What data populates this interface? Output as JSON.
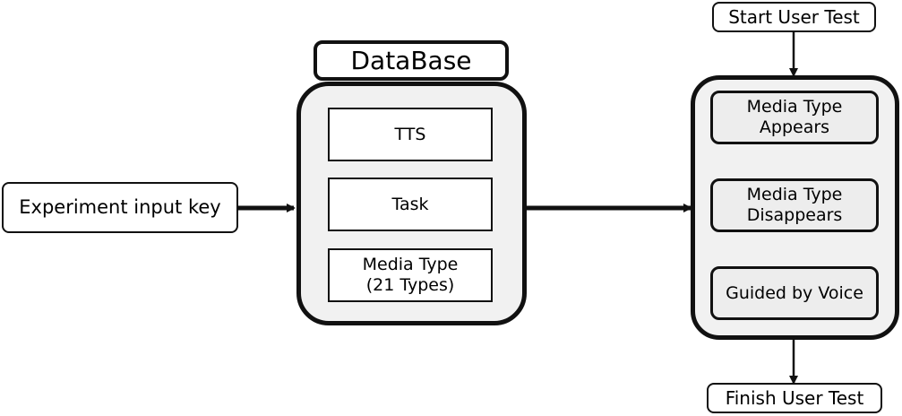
{
  "input_key": {
    "label": "Experiment input key"
  },
  "database": {
    "title": "DataBase",
    "items": [
      {
        "line1": "TTS",
        "line2": ""
      },
      {
        "line1": "Task",
        "line2": ""
      },
      {
        "line1": "Media Type",
        "line2": "(21 Types)"
      }
    ]
  },
  "user_test": {
    "start": "Start User Test",
    "steps": [
      {
        "line1": "Media Type",
        "line2": "Appears"
      },
      {
        "line1": "Media Type",
        "line2": "Disappears"
      },
      {
        "line1": "Guided by Voice",
        "line2": ""
      }
    ],
    "finish": "Finish User Test"
  }
}
